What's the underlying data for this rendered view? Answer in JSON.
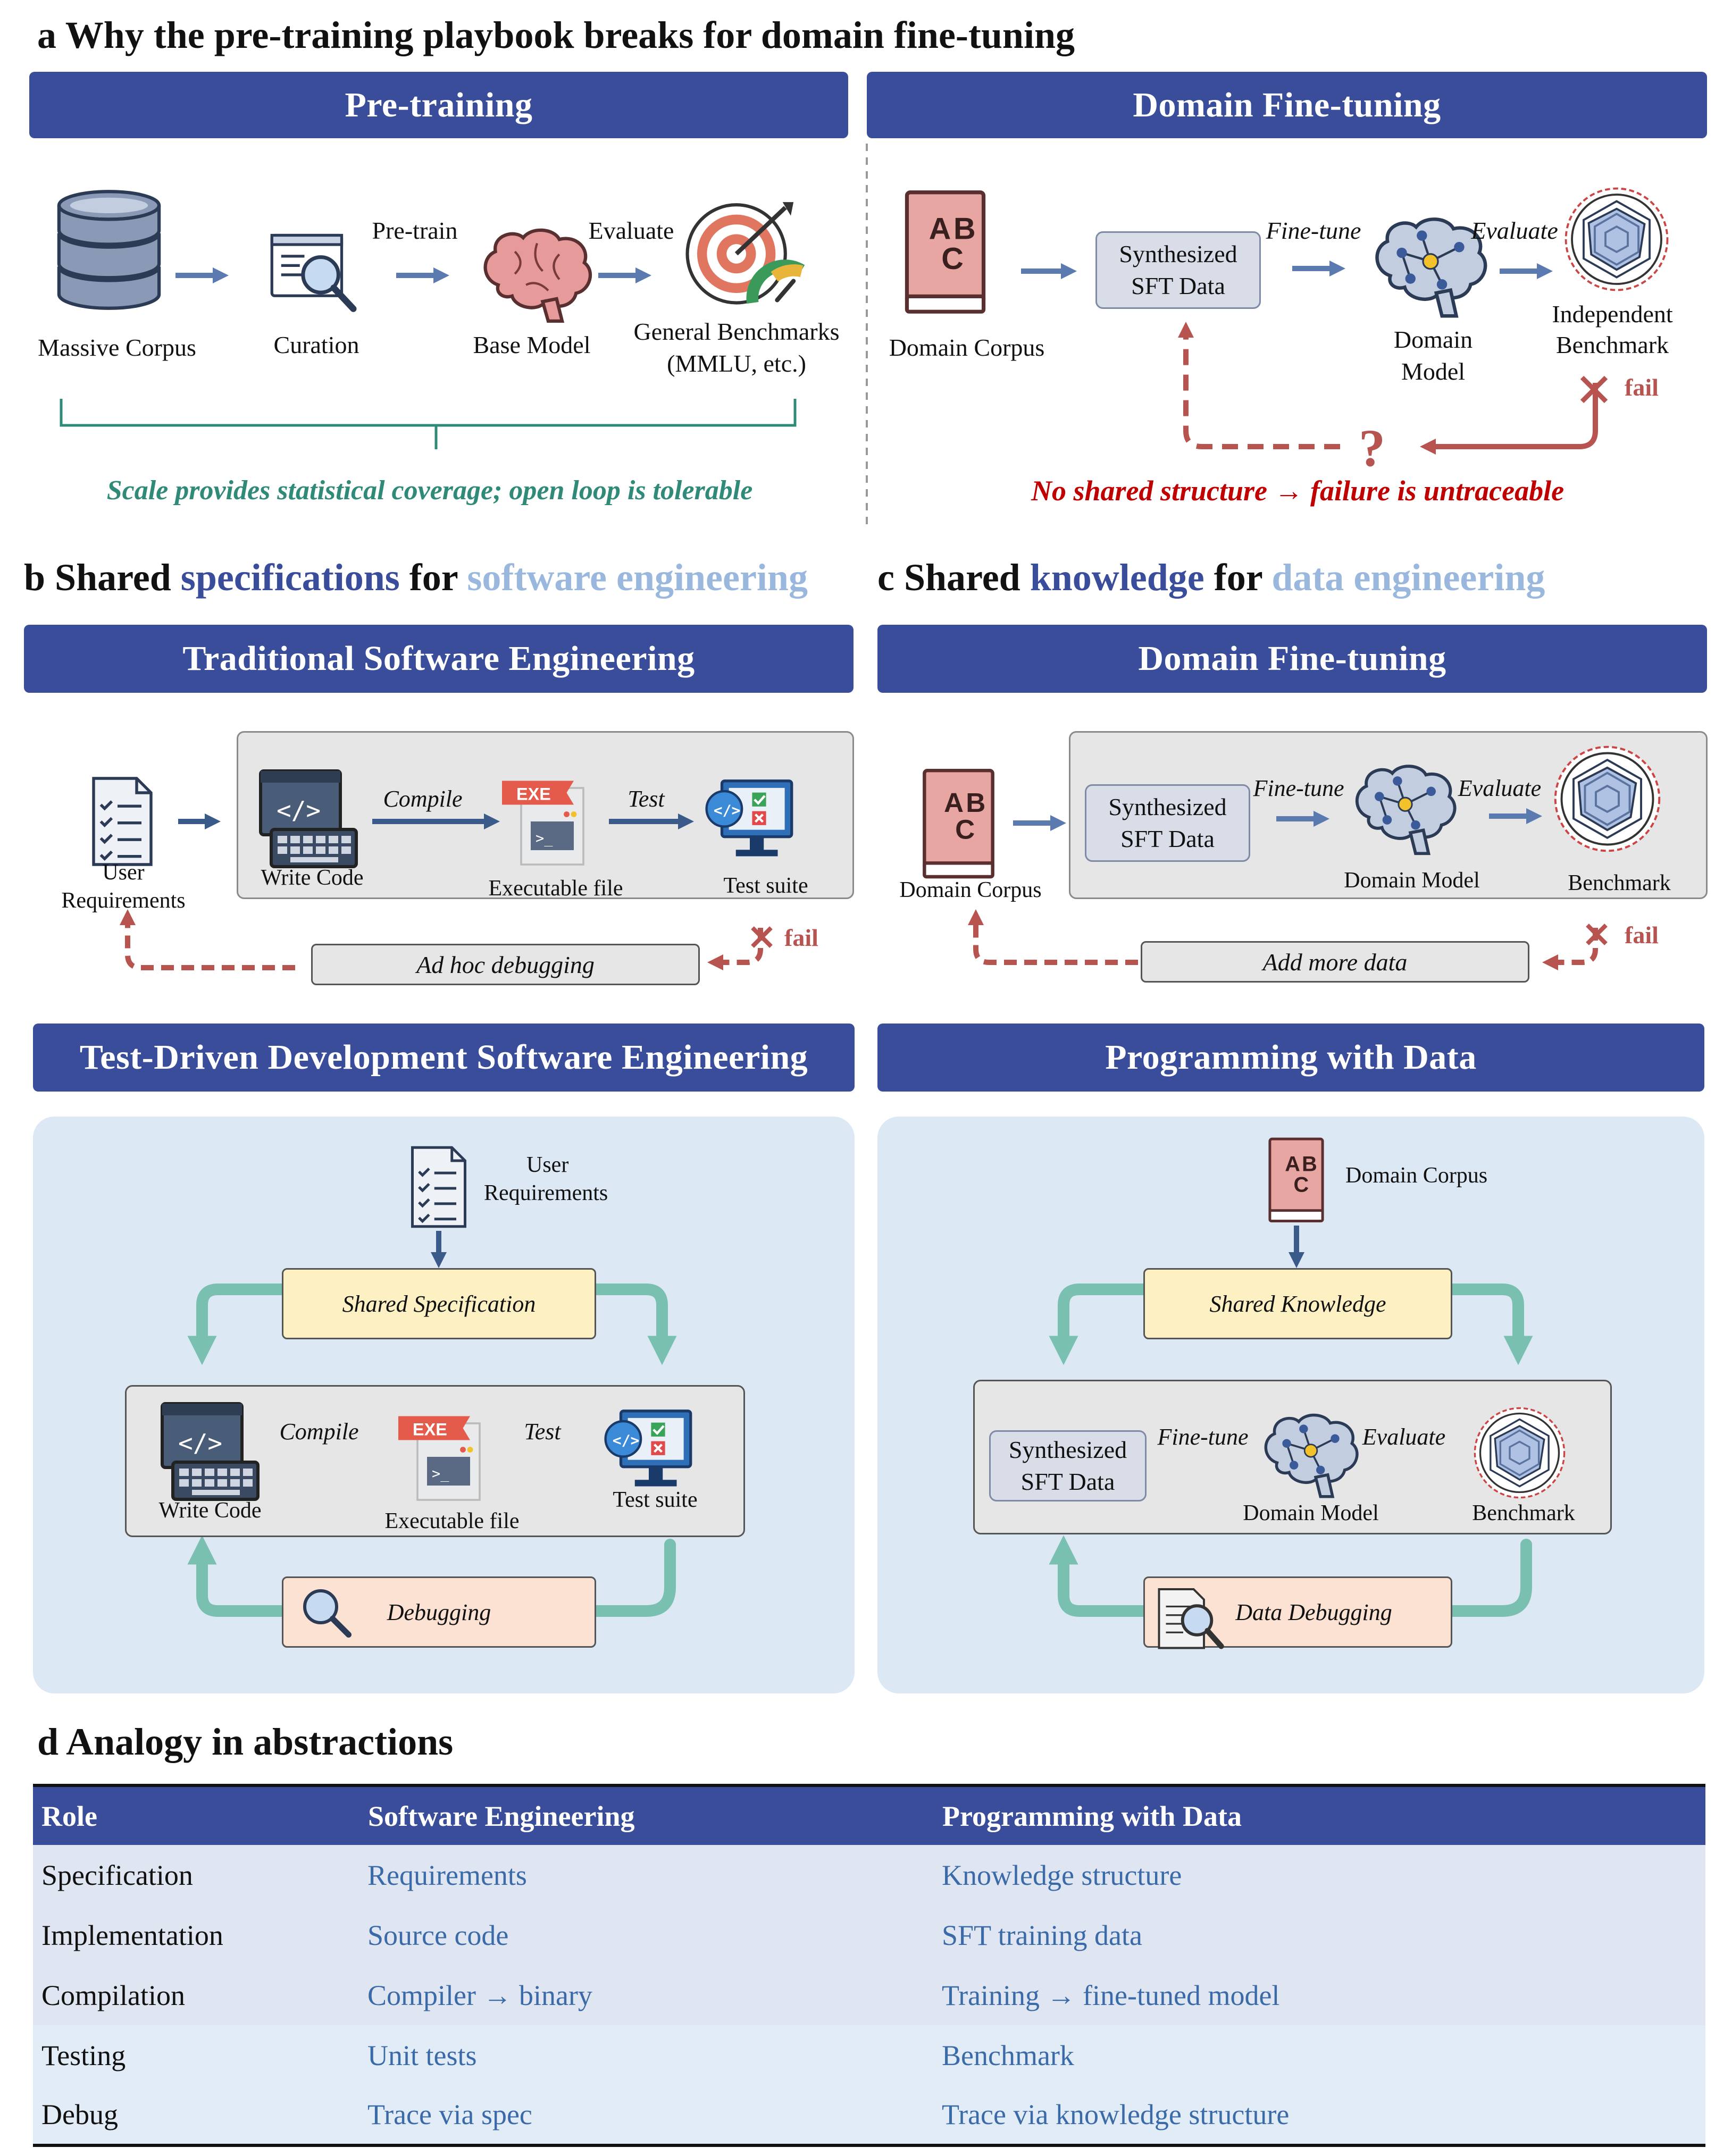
{
  "colors": {
    "banner": "#3a4d9a",
    "teal": "#2f8a78",
    "red": "#c00000",
    "fail": "#b85450",
    "light_blue": "#9ab8de",
    "panel": "#dde8f5"
  },
  "a": {
    "title": "a Why the pre-training playbook breaks for domain fine-tuning",
    "pre_banner": "Pre-training",
    "ft_banner": "Domain Fine-tuning",
    "massive_corpus": "Massive Corpus",
    "curation": "Curation",
    "pretrain": "Pre-train",
    "base_model": "Base Model",
    "evaluate": "Evaluate",
    "general_bench_1": "General Benchmarks",
    "general_bench_2": "(MMLU, etc.)",
    "scale_note": "Scale provides statistical coverage; open loop is tolerable",
    "domain_corpus": "Domain Corpus",
    "sft_1": "Synthesized",
    "sft_2": "SFT Data",
    "finetune": "Fine-tune",
    "domain_model_1": "Domain",
    "domain_model_2": "Model",
    "indep_1": "Independent",
    "indep_2": "Benchmark",
    "fail": "fail",
    "question": "?",
    "no_shared": "No shared structure → failure is untraceable"
  },
  "b": {
    "title_1": "b Shared ",
    "title_2": "specifications",
    "title_3": " for ",
    "title_4": "software engineering",
    "trad_banner": "Traditional Software Engineering",
    "user_req_1": "User",
    "user_req_2": "Requirements",
    "write_code": "Write Code",
    "compile": "Compile",
    "exe_file": "Executable file",
    "test": "Test",
    "test_suite": "Test suite",
    "fail": "fail",
    "adhoc": "Ad hoc debugging",
    "tdd_banner": "Test-Driven Development Software Engineering",
    "shared_spec": "Shared Specification",
    "debugging": "Debugging"
  },
  "c": {
    "title_1": "c Shared ",
    "title_2": "knowledge",
    "title_3": " for ",
    "title_4": "data engineering",
    "ft_banner": "Domain Fine-tuning",
    "domain_corpus": "Domain Corpus",
    "sft_1": "Synthesized",
    "sft_2": "SFT Data",
    "finetune": "Fine-tune",
    "evaluate": "Evaluate",
    "domain_model": "Domain Model",
    "benchmark": "Benchmark",
    "fail": "fail",
    "add_more": "Add more data",
    "pwd_banner": "Programming with Data",
    "shared_knowledge": "Shared Knowledge",
    "data_debugging": "Data Debugging"
  },
  "d": {
    "title": "d Analogy in abstractions",
    "headers": [
      "Role",
      "Software Engineering",
      "Programming with Data"
    ],
    "rows": [
      [
        "Specification",
        "Requirements",
        "Knowledge structure"
      ],
      [
        "Implementation",
        "Source code",
        "SFT training data"
      ],
      [
        "Compilation",
        "Compiler → binary",
        "Training → fine-tuned model"
      ],
      [
        "Testing",
        "Unit tests",
        "Benchmark"
      ],
      [
        "Debug",
        "Trace via spec",
        "Trace via knowledge structure"
      ]
    ]
  },
  "icons": [
    "database-icon",
    "curation-search-icon",
    "brain-icon",
    "target-gauge-icon",
    "book-abc-icon",
    "radar-benchmark-icon",
    "checklist-document-icon",
    "code-window-keyboard-icon",
    "exe-file-icon",
    "test-suite-monitor-icon",
    "magnifier-icon",
    "document-magnifier-icon"
  ]
}
